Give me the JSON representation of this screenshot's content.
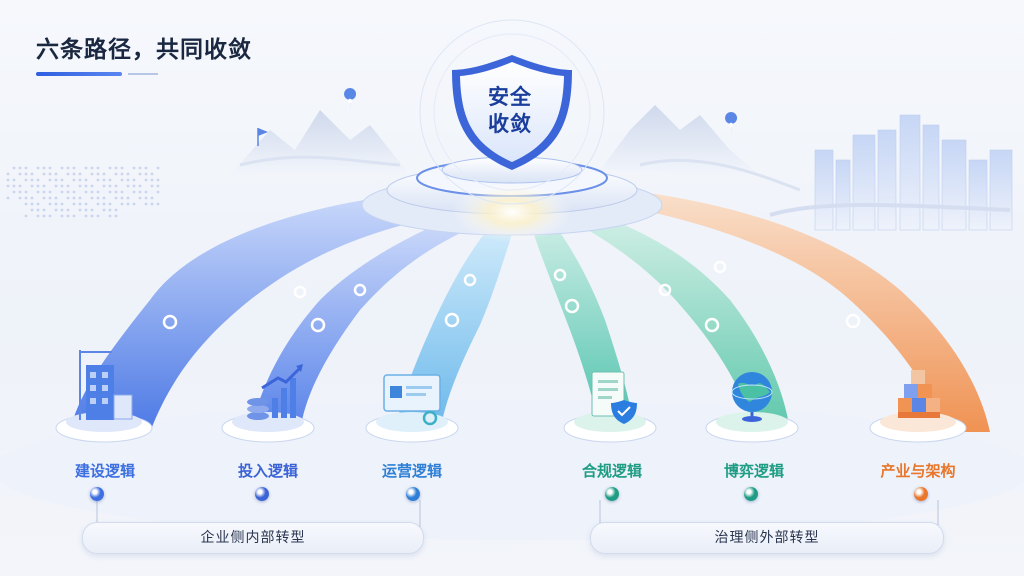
{
  "title": "六条路径，共同收敛",
  "center": {
    "line1": "安全",
    "line2": "收敛"
  },
  "paths": [
    {
      "label": "建设逻辑",
      "color": "#3d6fe0",
      "icon": "building-construction-icon"
    },
    {
      "label": "投入逻辑",
      "color": "#3b63d6",
      "icon": "coin-stack-growth-chart-icon"
    },
    {
      "label": "运营逻辑",
      "color": "#2f7fd6",
      "icon": "dashboard-screen-icon"
    },
    {
      "label": "合规逻辑",
      "color": "#1e9d84",
      "icon": "checklist-shield-icon"
    },
    {
      "label": "博弈逻辑",
      "color": "#1e9d84",
      "icon": "globe-icon"
    },
    {
      "label": "产业与架构",
      "color": "#e8762b",
      "icon": "stacked-boxes-icon"
    }
  ],
  "groups": [
    {
      "label": "企业侧内部转型"
    },
    {
      "label": "治理侧外部转型"
    }
  ]
}
